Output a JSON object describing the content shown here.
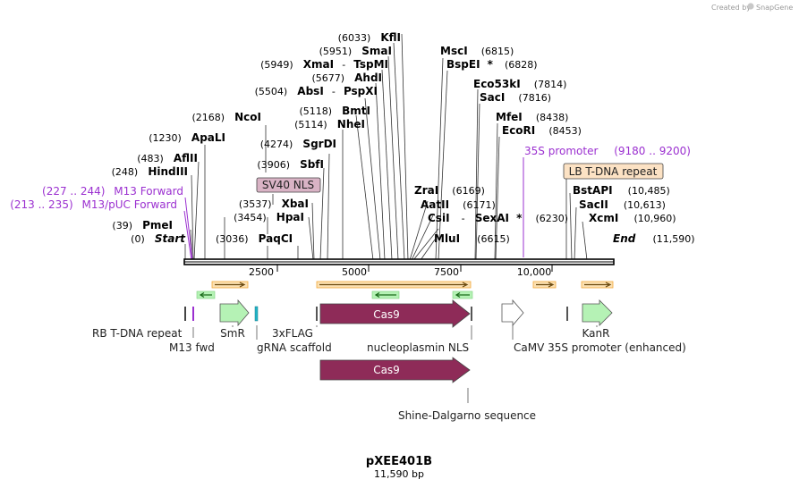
{
  "brand": {
    "created_by": "Created by",
    "name": "SnapGene"
  },
  "plasmid": {
    "name": "pXEE401B",
    "length_label": "11,590 bp"
  },
  "axis_ticks": [
    "2500",
    "5000",
    "7500",
    "10,000"
  ],
  "sites": {
    "start": {
      "pos": "(0)",
      "name": "Start"
    },
    "end": {
      "name": "End",
      "pos": "(11,590)"
    },
    "pmei": {
      "pos": "(39)",
      "name": "PmeI"
    },
    "hindiii": {
      "pos": "(248)",
      "name": "HindIII"
    },
    "aflii": {
      "pos": "(483)",
      "name": "AflII"
    },
    "apali": {
      "pos": "(1230)",
      "name": "ApaLI"
    },
    "ncoi": {
      "pos": "(2168)",
      "name": "NcoI"
    },
    "paqci": {
      "pos": "(3036)",
      "name": "PaqCI"
    },
    "hpai": {
      "pos": "(3454)",
      "name": "HpaI"
    },
    "xbai": {
      "pos": "(3537)",
      "name": "XbaI"
    },
    "sbfi": {
      "pos": "(3906)",
      "name": "SbfI"
    },
    "sgrdi": {
      "pos": "(4274)",
      "name": "SgrDI"
    },
    "nhei": {
      "pos": "(5114)",
      "name": "NheI"
    },
    "bmti": {
      "pos": "(5118)",
      "name": "BmtI"
    },
    "absi": {
      "pos": "(5504)",
      "name": "AbsI"
    },
    "pspxi": {
      "name": "PspXI"
    },
    "ahdi": {
      "pos": "(5677)",
      "name": "AhdI"
    },
    "xmai": {
      "pos": "(5949)",
      "name": "XmaI"
    },
    "tspmi": {
      "name": "TspMI"
    },
    "smai": {
      "pos": "(5951)",
      "name": "SmaI"
    },
    "kfli": {
      "pos": "(6033)",
      "name": "KflI"
    },
    "msci": {
      "name": "MscI",
      "pos": "(6815)"
    },
    "bspei": {
      "name": "BspEI",
      "star": "*",
      "pos": "(6828)"
    },
    "eco53ki": {
      "name": "Eco53kI",
      "pos": "(7814)"
    },
    "saci": {
      "name": "SacI",
      "pos": "(7816)"
    },
    "mfei": {
      "name": "MfeI",
      "pos": "(8438)"
    },
    "ecori": {
      "name": "EcoRI",
      "pos": "(8453)"
    },
    "zrai": {
      "name": "ZraI",
      "pos": "(6169)"
    },
    "aatii": {
      "name": "AatII",
      "pos": "(6171)"
    },
    "csii": {
      "name": "CsiI"
    },
    "sexai": {
      "name": "SexAI",
      "star": "*",
      "pos": "(6230)"
    },
    "mlui": {
      "name": "MluI",
      "pos": "(6615)"
    },
    "bstapi": {
      "name": "BstAPI",
      "pos": "(10,485)"
    },
    "sacii": {
      "name": "SacII",
      "pos": "(10,613)"
    },
    "xcmi": {
      "name": "XcmI",
      "pos": "(10,960)"
    },
    "dash": "-"
  },
  "primers": {
    "m13fwd": {
      "range": "(227 .. 244)",
      "name": "M13 Forward"
    },
    "m13puc": {
      "range": "(213 .. 235)",
      "name": "M13/pUC Forward"
    },
    "p35s": {
      "name": "35S promoter",
      "range": "(9180 .. 9200)"
    }
  },
  "boxed_labels": {
    "sv40": "SV40 NLS",
    "lb": "LB T-DNA repeat"
  },
  "features": {
    "rb_tdna": "RB T-DNA repeat",
    "m13fwd": "M13 fwd",
    "smr": "SmR",
    "grna": "gRNA scaffold",
    "flag": "3xFLAG",
    "cas9": "Cas9",
    "cas9_2": "Cas9",
    "nls": "nucleoplasmin NLS",
    "camv": "CaMV 35S promoter (enhanced)",
    "kanr": "KanR",
    "sd": "Shine-Dalgarno sequence"
  },
  "colors": {
    "primer": "#9b30d0",
    "cas9": "#8e2b58",
    "green_arrow": "#b5f2b5",
    "orange_feature": "#f2a93b",
    "cyan": "#23b4c7",
    "sv40_box": "#d9b3c5",
    "lb_box": "#fce2c4"
  }
}
